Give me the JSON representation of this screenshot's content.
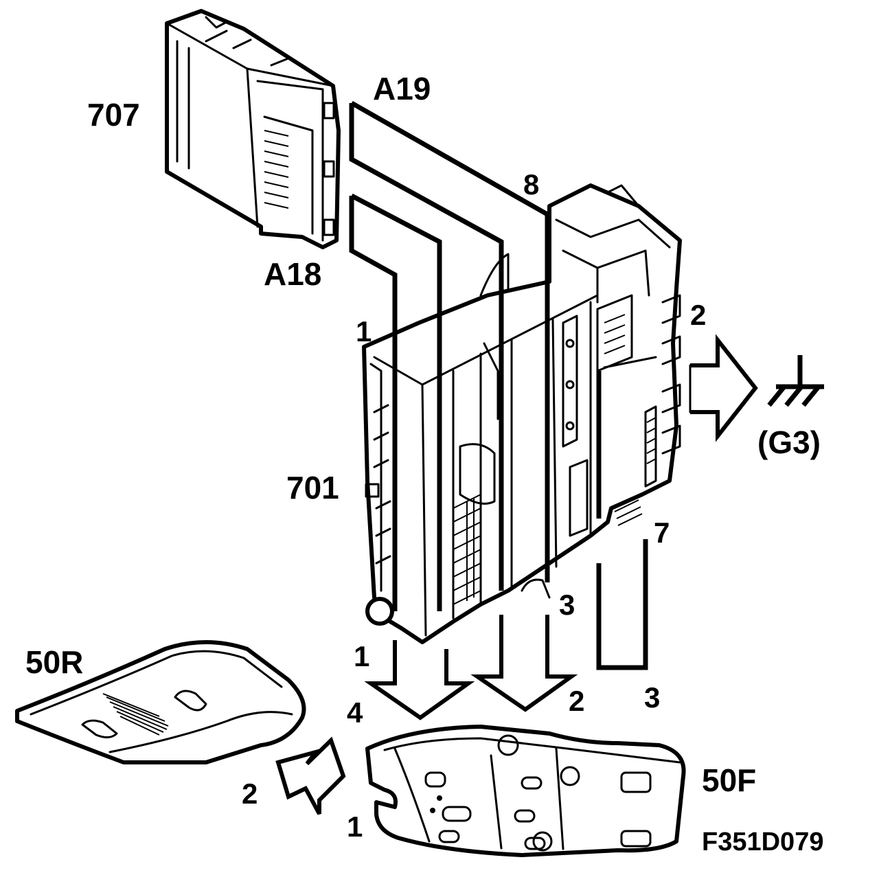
{
  "diagram": {
    "figure_code": "F351D079",
    "components": {
      "module_707": "707",
      "connector_a19": "A19",
      "connector_a18": "A18",
      "step_8": "8",
      "fuse_box_701": "701",
      "ground_g3": "(G3)",
      "front_lamp_50f": "50F",
      "rear_lamp_50r": "50R"
    },
    "steps": {
      "s1_upper": "1",
      "s1_arrow": "1",
      "s1_lamp": "1",
      "s2_ground": "2",
      "s2_arrow": "2",
      "s2_lamp": "2",
      "s3_a": "3",
      "s3_b": "3",
      "s4": "4",
      "s7": "7"
    }
  }
}
